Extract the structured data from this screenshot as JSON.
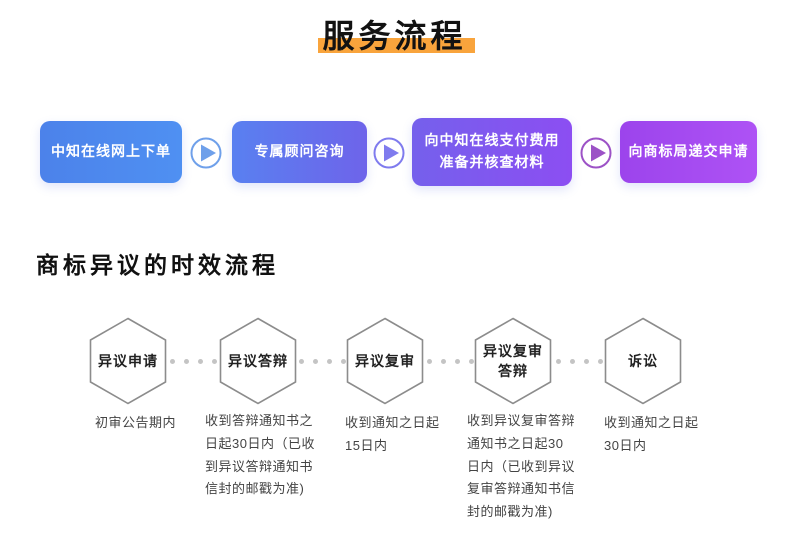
{
  "page": {
    "title": "服务流程",
    "title_highlight_color": "#F9A43C"
  },
  "service_flow": {
    "steps": [
      {
        "label": "中知在线网上下单",
        "color_from": "#4C82EA",
        "color_to": "#4F90F2"
      },
      {
        "label": "专属顾问咨询",
        "color_from": "#5980F0",
        "color_to": "#6E64EA"
      },
      {
        "label": "向中知在线支付费用\n准备并核查材料",
        "color_from": "#7560EC",
        "color_to": "#8C4EF2"
      },
      {
        "label": "向商标局递交申请",
        "color_from": "#9C44EC",
        "color_to": "#AE52F5"
      }
    ],
    "arrows": [
      {
        "color": "#6FA0EA"
      },
      {
        "color": "#7F7BEE"
      },
      {
        "color": "#9C52C6"
      }
    ]
  },
  "timeline": {
    "heading": "商标异议的时效流程",
    "stages": [
      {
        "name": "异议申请",
        "desc": "初审公告期内"
      },
      {
        "name": "异议答辩",
        "desc": "收到答辩通知书之\n日起30日内（已收\n到异议答辩通知书\n信封的邮戳为准)"
      },
      {
        "name": "异议复审",
        "desc": "收到通知之日起\n15日内"
      },
      {
        "name": "异议复审\n答辩",
        "desc": "收到异议复审答辩\n通知书之日起30\n日内（已收到异议\n复审答辩通知书信\n封的邮戳为准)"
      },
      {
        "name": "诉讼",
        "desc": "收到通知之日起\n30日内"
      }
    ]
  }
}
